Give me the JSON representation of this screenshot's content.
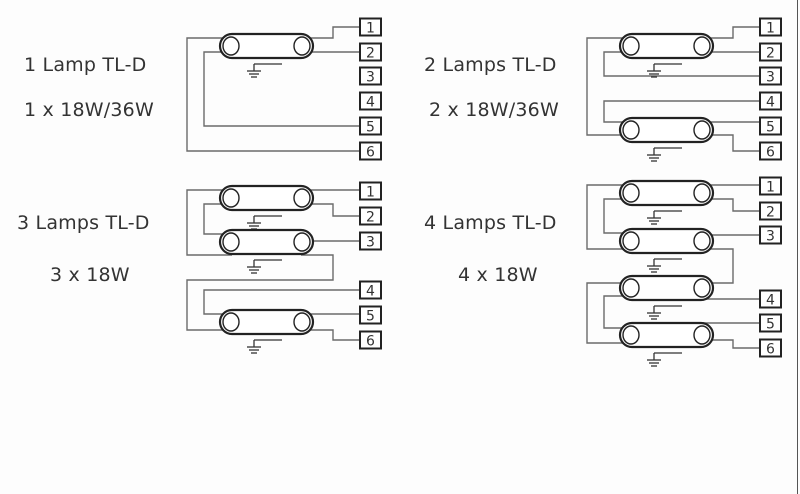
{
  "colors": {
    "wire": "#6b6b6b",
    "lamp": "#222222",
    "terminal": "#222222",
    "text": "#333333",
    "background": "#fdfdfd"
  },
  "diagrams": [
    {
      "id": "one-lamp",
      "title": "1 Lamp TL-D",
      "subtitle": "1 x 18W/36W",
      "lamp_count": 1,
      "terminals": [
        "1",
        "2",
        "3",
        "4",
        "5",
        "6"
      ]
    },
    {
      "id": "two-lamps",
      "title": "2 Lamps TL-D",
      "subtitle": "2 x 18W/36W",
      "lamp_count": 2,
      "terminals": [
        "1",
        "2",
        "3",
        "4",
        "5",
        "6"
      ]
    },
    {
      "id": "three-lamps",
      "title": "3 Lamps TL-D",
      "subtitle": "3 x 18W",
      "lamp_count": 3,
      "terminals": [
        "1",
        "2",
        "3",
        "4",
        "5",
        "6"
      ]
    },
    {
      "id": "four-lamps",
      "title": "4 Lamps TL-D",
      "subtitle": "4 x 18W",
      "lamp_count": 4,
      "terminals": [
        "1",
        "2",
        "3",
        "4",
        "5",
        "6"
      ]
    }
  ]
}
